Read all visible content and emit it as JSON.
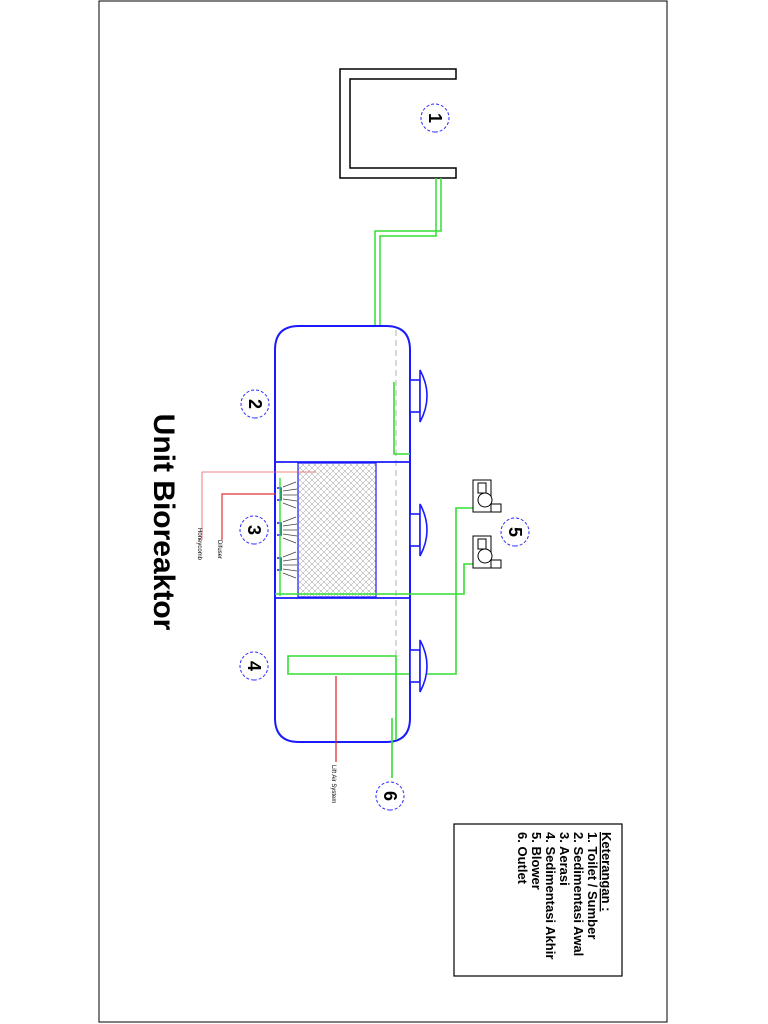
{
  "diagram": {
    "title": "Unit Bioreaktor",
    "markers": [
      "1",
      "2",
      "3",
      "4",
      "5",
      "6"
    ],
    "labels": {
      "honeycomb": "Honeycomb",
      "diffuser": "Difuser",
      "air_lift": "Lift Air System"
    },
    "legend": {
      "heading": "Keterangan :",
      "items": [
        "1. Toilet / Sumber",
        "2. Sedimentasi Awal",
        "3. Aerasi",
        "4. Sedimentasi Akhir",
        "5. Blower",
        "6. Outlet"
      ]
    },
    "colors": {
      "tank": "#1a1aff",
      "pipe": "#33dd33",
      "air_line": "#e03030",
      "frame": "#000000"
    }
  }
}
